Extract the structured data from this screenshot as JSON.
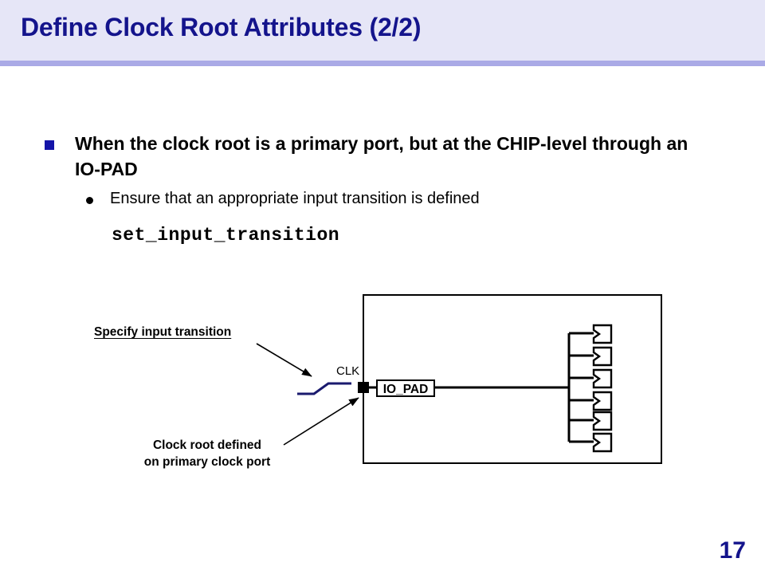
{
  "slide": {
    "title": "Define Clock Root Attributes (2/2)",
    "page_number": "17",
    "colors": {
      "header_band": "#e6e6f7",
      "header_rule": "#aaaae6",
      "title_text": "#14148c",
      "bullet_marker": "#1414a8",
      "waveform": "#1a1a6e",
      "diagram_line": "#000000",
      "background": "#ffffff"
    }
  },
  "content": {
    "bullet_1": "When the clock root is a primary port, but at the CHIP-level through an IO-PAD",
    "bullet_2": "Ensure that an appropriate input transition is defined",
    "code": "set_input_transition"
  },
  "diagram": {
    "label_specify": "Specify input transition",
    "label_clk": "CLK",
    "label_iopad": "IO_PAD",
    "label_clockroot_line1": "Clock root defined",
    "label_clockroot_line2": "on primary clock port",
    "flipflop_count": 6
  }
}
